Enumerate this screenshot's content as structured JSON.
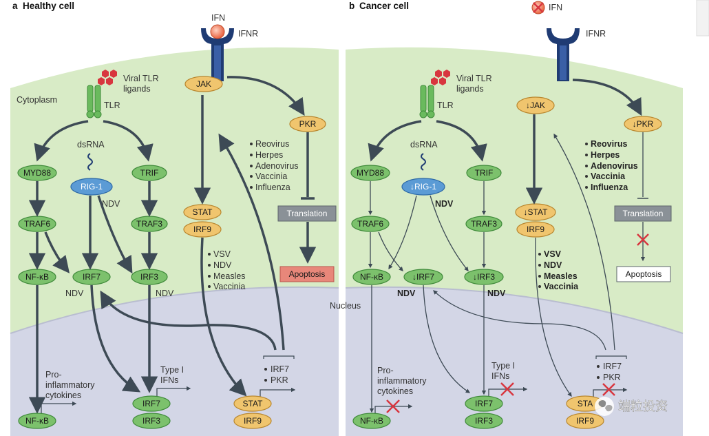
{
  "panel_a": {
    "title_letter": "a",
    "title": "Healthy cell",
    "ifn": "IFN",
    "ifnr": "IFNR",
    "viral_tlr": "Viral TLR",
    "ligands": "ligands",
    "cytoplasm": "Cytoplasm",
    "tlr": "TLR",
    "dsrna": "dsRNA",
    "jak": "JAK",
    "pkr": "PKR",
    "myd88": "MYD88",
    "rig1": "RIG-1",
    "trif": "TRIF",
    "ndv_rig": "NDV",
    "traf6": "TRAF6",
    "traf3": "TRAF3",
    "stat": "STAT",
    "irf9": "IRF9",
    "nfkb": "NF-κB",
    "irf7": "IRF7",
    "irf3": "IRF3",
    "ndv_irf7": "NDV",
    "ndv_irf3": "NDV",
    "viruses_pkr": [
      "Reovirus",
      "Herpes",
      "Adenovirus",
      "Vaccinia",
      "Influenza"
    ],
    "translation": "Translation",
    "apoptosis": "Apoptosis",
    "viruses_stat": [
      "VSV",
      "NDV",
      "Measles",
      "Vaccinia"
    ],
    "pro1": "Pro-",
    "pro2": "inflammatory",
    "pro3": "cytokines",
    "type1": "Type I",
    "ifns": "IFNs",
    "irf7_pkr": [
      "IRF7",
      "PKR"
    ],
    "nfkb_nuc": "NF-κB",
    "irf7_nuc": "IRF7",
    "irf3_nuc": "IRF3",
    "stat_nuc": "STAT",
    "irf9_nuc": "IRF9"
  },
  "panel_b": {
    "title_letter": "b",
    "title": "Cancer cell",
    "ifn": "IFN",
    "ifnr": "IFNR",
    "viral_tlr": "Viral TLR",
    "ligands": "ligands",
    "tlr": "TLR",
    "dsrna": "dsRNA",
    "jak": "↓JAK",
    "pkr": "↓PKR",
    "myd88": "MYD88",
    "rig1": "↓RIG-1",
    "trif": "TRIF",
    "ndv_rig": "NDV",
    "traf6": "TRAF6",
    "traf3": "TRAF3",
    "stat": "↓STAT",
    "irf9": "IRF9",
    "nfkb": "NF-κB",
    "irf7": "↓IRF7",
    "irf3": "↓IRF3",
    "ndv_irf7": "NDV",
    "ndv_irf3": "NDV",
    "nucleus": "Nucleus",
    "viruses_pkr": [
      "Reovirus",
      "Herpes",
      "Adenovirus",
      "Vaccinia",
      "Influenza"
    ],
    "translation": "Translation",
    "apoptosis": "Apoptosis",
    "viruses_stat": [
      "VSV",
      "NDV",
      "Measles",
      "Vaccinia"
    ],
    "pro1": "Pro-",
    "pro2": "inflammatory",
    "pro3": "cytokines",
    "type1": "Type I",
    "ifns": "IFNs",
    "irf7_pkr": [
      "IRF7",
      "PKR"
    ],
    "nfkb_nuc": "NF-κB",
    "irf7_nuc": "IRF7",
    "irf3_nuc": "IRF3",
    "stat_nuc": "STA",
    "irf9_nuc": "IRF9"
  },
  "watermark": "端粒投资",
  "colors": {
    "cytoplasm": "#d8ebc6",
    "nucleus": "#d3d6e6",
    "green_node": "#7cc16c",
    "orange_node": "#f0c56e",
    "blue_node": "#5b9bd5",
    "apoptosis_fill": "#e8877a",
    "translation_fill": "#8a9197",
    "block_red": "#d8363f",
    "arrow": "#3d4a55"
  }
}
